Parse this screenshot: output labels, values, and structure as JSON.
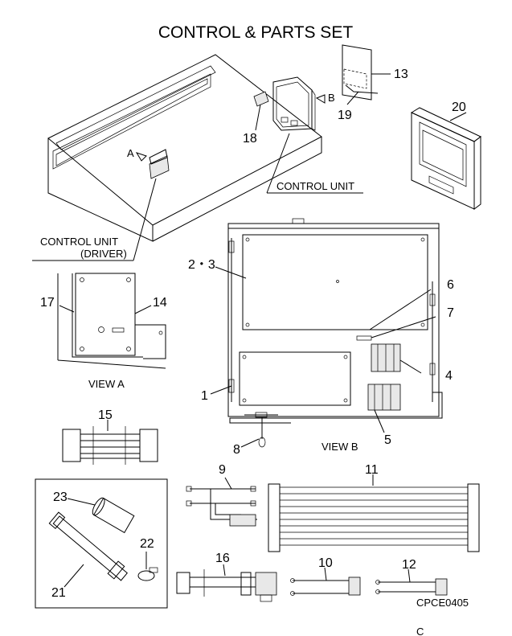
{
  "title": "CONTROL & PARTS SET",
  "labels": {
    "control_unit": "CONTROL UNIT",
    "control_unit_driver_1": "CONTROL UNIT",
    "control_unit_driver_2": "(DRIVER)",
    "view_a": "VIEW A",
    "view_b": "VIEW B",
    "arrow_a": "A",
    "arrow_b": "B",
    "drawing_code": "CPCE0405",
    "corner_mark": "C"
  },
  "callouts": {
    "p1": "1",
    "p2_3": "2・3",
    "p4": "4",
    "p5": "5",
    "p6": "6",
    "p7": "7",
    "p8": "8",
    "p9": "9",
    "p10": "10",
    "p11": "11",
    "p12": "12",
    "p13": "13",
    "p14": "14",
    "p15": "15",
    "p16": "16",
    "p17": "17",
    "p18": "18",
    "p19": "19",
    "p20": "20",
    "p21": "21",
    "p22": "22",
    "p23": "23"
  }
}
